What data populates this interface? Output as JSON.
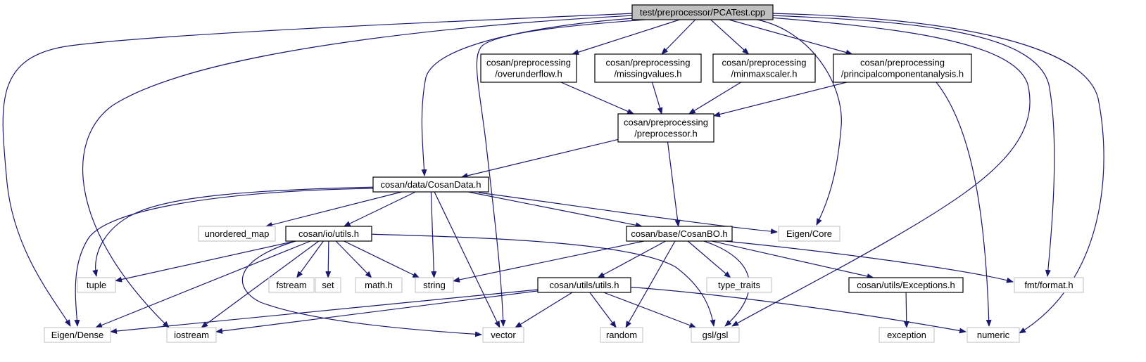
{
  "colors": {
    "edge": "#191970",
    "root_fill": "#bfbfbf",
    "node_border": "#000000",
    "external_border": "#bfbfbf",
    "background": "#ffffff"
  },
  "nodes": {
    "root": {
      "lines": [
        "test/preprocessor/PCATest.cpp"
      ],
      "kind": "root"
    },
    "overunderflow": {
      "lines": [
        "cosan/preprocessing",
        "/overunderflow.h"
      ],
      "kind": "internal"
    },
    "missingvalues": {
      "lines": [
        "cosan/preprocessing",
        "/missingvalues.h"
      ],
      "kind": "internal"
    },
    "minmaxscaler": {
      "lines": [
        "cosan/preprocessing",
        "/minmaxscaler.h"
      ],
      "kind": "internal"
    },
    "pca": {
      "lines": [
        "cosan/preprocessing",
        "/principalcomponentanalysis.h"
      ],
      "kind": "internal"
    },
    "preprocessor": {
      "lines": [
        "cosan/preprocessing",
        "/preprocessor.h"
      ],
      "kind": "internal"
    },
    "cosandata": {
      "lines": [
        "cosan/data/CosanData.h"
      ],
      "kind": "internal"
    },
    "unordered_map": {
      "lines": [
        "unordered_map"
      ],
      "kind": "external"
    },
    "io_utils": {
      "lines": [
        "cosan/io/utils.h"
      ],
      "kind": "internal"
    },
    "cosanbo": {
      "lines": [
        "cosan/base/CosanBO.h"
      ],
      "kind": "internal"
    },
    "eigen_core": {
      "lines": [
        "Eigen/Core"
      ],
      "kind": "external"
    },
    "tuple": {
      "lines": [
        "tuple"
      ],
      "kind": "external"
    },
    "fstream": {
      "lines": [
        "fstream"
      ],
      "kind": "external"
    },
    "set": {
      "lines": [
        "set"
      ],
      "kind": "external"
    },
    "math_h": {
      "lines": [
        "math.h"
      ],
      "kind": "external"
    },
    "string": {
      "lines": [
        "string"
      ],
      "kind": "external"
    },
    "type_traits": {
      "lines": [
        "type_traits"
      ],
      "kind": "external"
    },
    "exceptions": {
      "lines": [
        "cosan/utils/Exceptions.h"
      ],
      "kind": "internal"
    },
    "fmt_format": {
      "lines": [
        "fmt/format.h"
      ],
      "kind": "external"
    },
    "utils_utils": {
      "lines": [
        "cosan/utils/utils.h"
      ],
      "kind": "internal"
    },
    "eigen_dense": {
      "lines": [
        "Eigen/Dense"
      ],
      "kind": "external"
    },
    "iostream": {
      "lines": [
        "iostream"
      ],
      "kind": "external"
    },
    "vector": {
      "lines": [
        "vector"
      ],
      "kind": "external"
    },
    "random": {
      "lines": [
        "random"
      ],
      "kind": "external"
    },
    "gsl": {
      "lines": [
        "gsl/gsl"
      ],
      "kind": "external"
    },
    "exception": {
      "lines": [
        "exception"
      ],
      "kind": "external"
    },
    "numeric": {
      "lines": [
        "numeric"
      ],
      "kind": "external"
    }
  },
  "edges": [
    [
      "root",
      "overunderflow"
    ],
    [
      "root",
      "missingvalues"
    ],
    [
      "root",
      "minmaxscaler"
    ],
    [
      "root",
      "pca"
    ],
    [
      "root",
      "cosandata"
    ],
    [
      "root",
      "eigen_core"
    ],
    [
      "root",
      "vector"
    ],
    [
      "root",
      "iostream"
    ],
    [
      "root",
      "eigen_dense"
    ],
    [
      "root",
      "gsl"
    ],
    [
      "root",
      "fmt_format"
    ],
    [
      "root",
      "numeric"
    ],
    [
      "overunderflow",
      "preprocessor"
    ],
    [
      "missingvalues",
      "preprocessor"
    ],
    [
      "minmaxscaler",
      "preprocessor"
    ],
    [
      "pca",
      "preprocessor"
    ],
    [
      "pca",
      "numeric"
    ],
    [
      "preprocessor",
      "cosandata"
    ],
    [
      "preprocessor",
      "cosanbo"
    ],
    [
      "cosandata",
      "unordered_map"
    ],
    [
      "cosandata",
      "io_utils"
    ],
    [
      "cosandata",
      "cosanbo"
    ],
    [
      "cosandata",
      "eigen_core"
    ],
    [
      "cosandata",
      "tuple"
    ],
    [
      "cosandata",
      "eigen_dense"
    ],
    [
      "cosandata",
      "string"
    ],
    [
      "cosandata",
      "vector"
    ],
    [
      "io_utils",
      "tuple"
    ],
    [
      "io_utils",
      "fstream"
    ],
    [
      "io_utils",
      "set"
    ],
    [
      "io_utils",
      "math_h"
    ],
    [
      "io_utils",
      "string"
    ],
    [
      "io_utils",
      "eigen_dense"
    ],
    [
      "io_utils",
      "iostream"
    ],
    [
      "io_utils",
      "vector"
    ],
    [
      "io_utils",
      "gsl"
    ],
    [
      "cosanbo",
      "string"
    ],
    [
      "cosanbo",
      "utils_utils"
    ],
    [
      "cosanbo",
      "random"
    ],
    [
      "cosanbo",
      "type_traits"
    ],
    [
      "cosanbo",
      "gsl"
    ],
    [
      "cosanbo",
      "exceptions"
    ],
    [
      "cosanbo",
      "fmt_format"
    ],
    [
      "utils_utils",
      "eigen_dense"
    ],
    [
      "utils_utils",
      "iostream"
    ],
    [
      "utils_utils",
      "vector"
    ],
    [
      "utils_utils",
      "random"
    ],
    [
      "utils_utils",
      "gsl"
    ],
    [
      "utils_utils",
      "numeric"
    ],
    [
      "exceptions",
      "exception"
    ]
  ]
}
